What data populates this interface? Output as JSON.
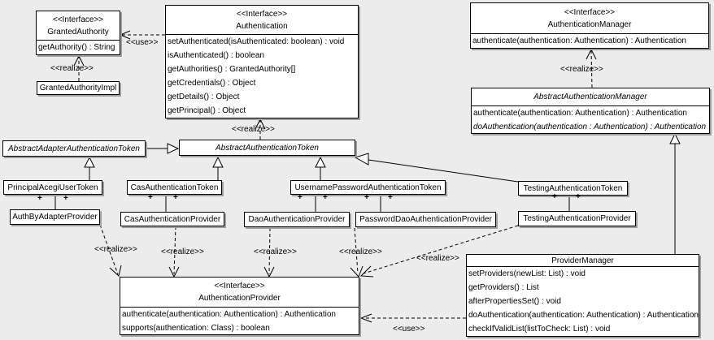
{
  "colors": {
    "background": "#ececec",
    "box_fill": "#ffffff",
    "line": "#000000",
    "shadow": "#9e9e9e"
  },
  "relations": {
    "realize_label": "<<realize>>",
    "use_label": "<<use>>",
    "multiplicity": "+"
  },
  "classes": {
    "granted_authority": {
      "stereotype": "<<Interface>>",
      "name": "GrantedAuthority",
      "methods": [
        "getAuthority() : String"
      ]
    },
    "granted_authority_impl": {
      "name": "GrantedAuthorityImpl"
    },
    "authentication": {
      "stereotype": "<<Interface>>",
      "name": "Authentication",
      "methods": [
        "setAuthenticated(isAuthenticated: boolean) : void",
        "isAuthenticated() : boolean",
        "getAuthorities() : GrantedAuthority[]",
        "getCredentials() : Object",
        "getDetails() : Object",
        "getPrincipal() : Object"
      ]
    },
    "authentication_manager": {
      "stereotype": "<<Interface>>",
      "name": "AuthenticationManager",
      "methods": [
        "authenticate(authentication: Authentication) : Authentication"
      ]
    },
    "abstract_authentication_manager": {
      "name": "AbstractAuthenticationManager",
      "methods": [
        "authenticate(authentication: Authentication) : Authentication",
        "doAuthentication(authentication : Authentication) : Authentication"
      ]
    },
    "abstract_adapter_authentication_token": {
      "name": "AbstractAdapterAuthenticationToken"
    },
    "abstract_authentication_token": {
      "name": "AbstractAuthenticationToken"
    },
    "principal_acegi_user_token": {
      "name": "PrincipalAcegiUserToken"
    },
    "auth_by_adapter_provider": {
      "name": "AuthByAdapterProvider"
    },
    "cas_authentication_token": {
      "name": "CasAuthenticationToken"
    },
    "cas_authentication_provider": {
      "name": "CasAuthenticationProvider"
    },
    "username_password_authentication_token": {
      "name": "UsernamePasswordAuthenticationToken"
    },
    "dao_authentication_provider": {
      "name": "DaoAuthenticationProvider"
    },
    "password_dao_authentication_provider": {
      "name": "PasswordDaoAuthenticationProvider"
    },
    "testing_authentication_token": {
      "name": "TestingAuthenticationToken"
    },
    "testing_authentication_provider": {
      "name": "TestingAuthenticationProvider"
    },
    "provider_manager": {
      "name": "ProviderManager",
      "methods": [
        "setProviders(newList: List) : void",
        "getProviders() : List",
        "afterPropertiesSet() : void",
        "doAuthentication(authentication: Authentication) : Authentication",
        "checkIfValidList(listToCheck: List) : void"
      ]
    },
    "authentication_provider": {
      "stereotype": "<<Interface>>",
      "name": "AuthenticationProvider",
      "methods": [
        "authenticate(authentication: Authentication) : Authentication",
        "supports(authentication: Class) : boolean"
      ]
    }
  }
}
